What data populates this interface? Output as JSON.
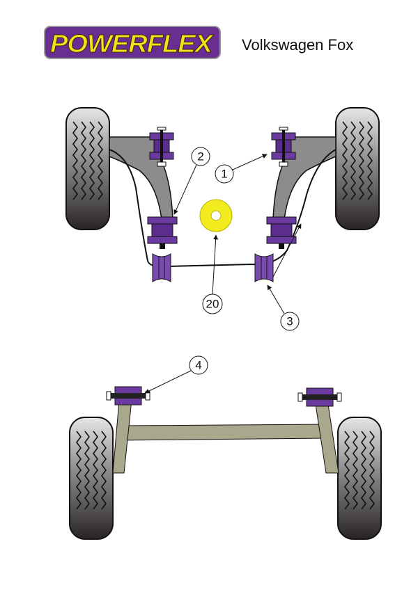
{
  "header": {
    "brand": "POWERFLEX",
    "vehicle": "Volkswagen Fox"
  },
  "callouts": [
    {
      "id": "1",
      "label": "1"
    },
    {
      "id": "2",
      "label": "2"
    },
    {
      "id": "20",
      "label": "20"
    },
    {
      "id": "3",
      "label": "3"
    },
    {
      "id": "4",
      "label": "4"
    }
  ],
  "colors": {
    "bush": "#6b3aa0",
    "bush_dark": "#4a2478",
    "arm": "#8c8c8c",
    "beam": "#a9a78c",
    "washer": "#f2ec1e",
    "logo_bg": "#6a2d91",
    "logo_text": "#f4e11c"
  }
}
